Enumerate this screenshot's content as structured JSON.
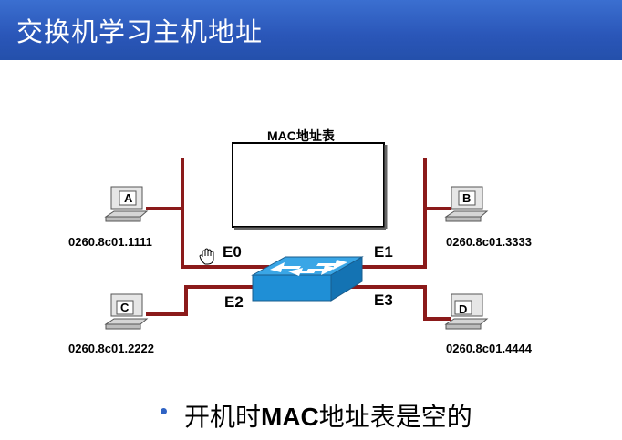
{
  "title": "交换机学习主机地址",
  "mac_table": {
    "title": "MAC地址表"
  },
  "hosts": [
    {
      "name": "A",
      "mac": "0260.8c01.1111"
    },
    {
      "name": "B",
      "mac": "0260.8c01.3333"
    },
    {
      "name": "C",
      "mac": "0260.8c01.2222"
    },
    {
      "name": "D",
      "mac": "0260.8c01.4444"
    }
  ],
  "ports": [
    "E0",
    "E1",
    "E2",
    "E3"
  ],
  "bullet": {
    "prefix": "开机时",
    "highlight": "MAC",
    "suffix": "地址表是空的"
  },
  "colors": {
    "title_bar": "#2a56b8",
    "cable": "#8b1a1a",
    "switch": "#1f8fd6"
  }
}
